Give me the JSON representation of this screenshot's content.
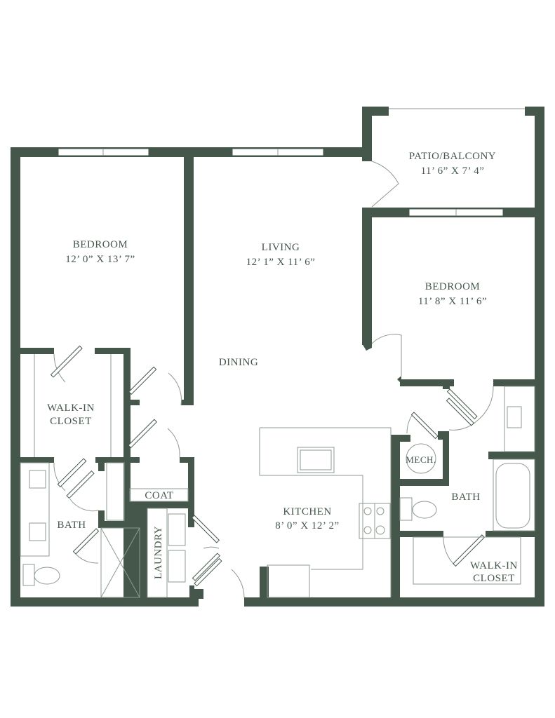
{
  "colors": {
    "wall": "#45574b",
    "background": "#ffffff"
  },
  "rooms": {
    "bedroom1": {
      "name": "BEDROOM",
      "dims": "12’ 0” X 13’ 7”"
    },
    "living": {
      "name": "LIVING",
      "dims": "12’ 1” X 11’ 6”"
    },
    "patio": {
      "name": "PATIO/BALCONY",
      "dims": "11’ 6” X 7’ 4”"
    },
    "bedroom2": {
      "name": "BEDROOM",
      "dims": "11’ 8” X 11’ 6”"
    },
    "dining": {
      "name": "DINING"
    },
    "closet1": {
      "line1": "WALK-IN",
      "line2": "CLOSET"
    },
    "bath1": {
      "name": "BATH"
    },
    "coat": {
      "name": "COAT"
    },
    "laundry": {
      "name": "LAUNDRY"
    },
    "kitchen": {
      "name": "KITCHEN",
      "dims": "8’ 0” X 12’ 2”"
    },
    "mech": {
      "name": "MECH."
    },
    "bath2": {
      "name": "BATH"
    },
    "closet2": {
      "line1": "WALK-IN",
      "line2": "CLOSET"
    }
  }
}
